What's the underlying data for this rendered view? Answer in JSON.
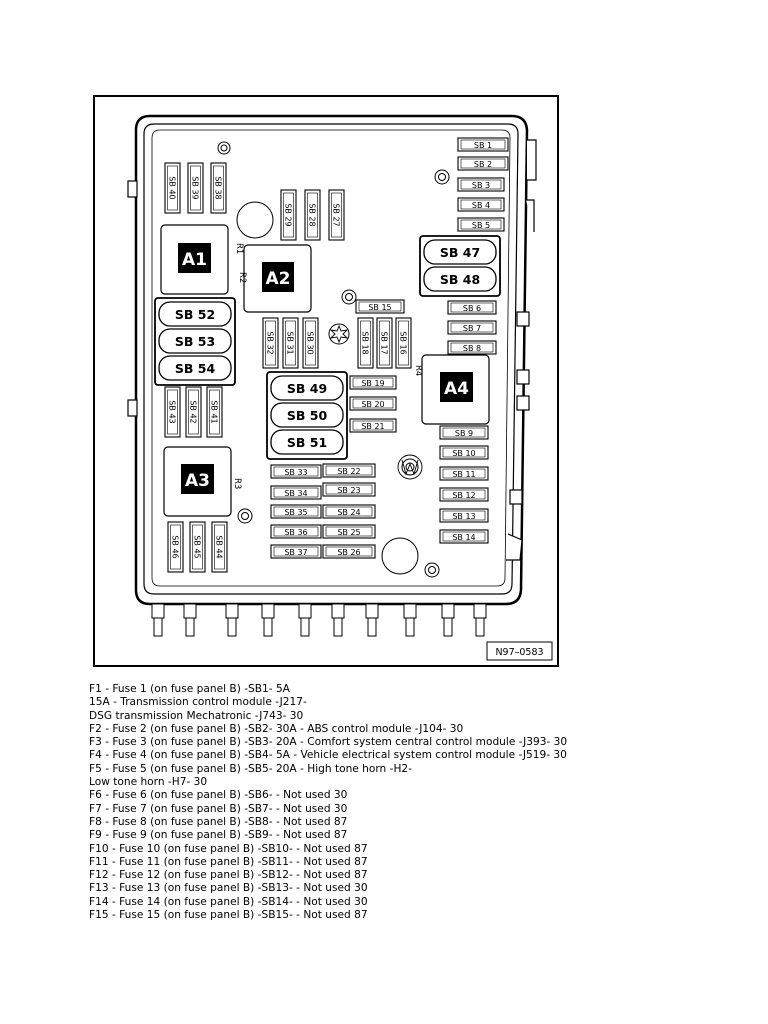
{
  "figure_id": "N97–0583",
  "relays": [
    "A1",
    "A2",
    "A3",
    "A4"
  ],
  "resistors": [
    "R1",
    "R2",
    "R3",
    "R4"
  ],
  "fuse_labels": {
    "sb1": "SB 1",
    "sb2": "SB 2",
    "sb3": "SB 3",
    "sb4": "SB 4",
    "sb5": "SB 5",
    "sb6": "SB 6",
    "sb7": "SB 7",
    "sb8": "SB 8",
    "sb9": "SB 9",
    "sb10": "SB 10",
    "sb11": "SB 11",
    "sb12": "SB 12",
    "sb13": "SB 13",
    "sb14": "SB 14",
    "sb15": "SB 15",
    "sb16": "SB 16",
    "sb17": "SB 17",
    "sb18": "SB 18",
    "sb19": "SB 19",
    "sb20": "SB 20",
    "sb21": "SB 21",
    "sb22": "SB 22",
    "sb23": "SB 23",
    "sb24": "SB 24",
    "sb25": "SB 25",
    "sb26": "SB 26",
    "sb27": "SB 27",
    "sb28": "SB 28",
    "sb29": "SB 29",
    "sb30": "SB 30",
    "sb31": "SB 31",
    "sb32": "SB 32",
    "sb33": "SB 33",
    "sb34": "SB 34",
    "sb35": "SB 35",
    "sb36": "SB 36",
    "sb37": "SB 37",
    "sb38": "SB 38",
    "sb39": "SB 39",
    "sb40": "SB 40",
    "sb41": "SB 41",
    "sb42": "SB 42",
    "sb43": "SB 43",
    "sb44": "SB 44",
    "sb45": "SB 45",
    "sb46": "SB 46",
    "sb47": "SB 47",
    "sb48": "SB 48",
    "sb49": "SB 49",
    "sb50": "SB 50",
    "sb51": "SB 51",
    "sb52": "SB 52",
    "sb53": "SB 53",
    "sb54": "SB 54"
  },
  "legend": [
    "F1 - Fuse 1 (on fuse panel B) -SB1- 5A",
    "15A - Transmission control module -J217-",
    "DSG transmission Mechatronic -J743- 30",
    "F2 - Fuse 2 (on fuse panel B) -SB2- 30A - ABS control module -J104- 30",
    "F3 - Fuse 3 (on fuse panel B) -SB3- 20A - Comfort system central control module -J393- 30",
    "F4 - Fuse 4 (on fuse panel B) -SB4- 5A - Vehicle electrical system control module -J519- 30",
    "F5 - Fuse 5 (on fuse panel B) -SB5- 20A - High tone horn -H2-",
    "Low tone horn -H7- 30",
    "F6 - Fuse 6 (on fuse panel B) -SB6- - Not used 30",
    "F7 - Fuse 7 (on fuse panel B) -SB7- - Not used 30",
    "F8 - Fuse 8 (on fuse panel B) -SB8- - Not used 87",
    "F9 - Fuse 9 (on fuse panel B) -SB9- - Not used 87",
    "F10 - Fuse 10 (on fuse panel B) -SB10- - Not used 87",
    "F11 - Fuse 11 (on fuse panel B) -SB11- - Not used 87",
    "F12 - Fuse 12 (on fuse panel B) -SB12- - Not used 87",
    "F13 - Fuse 13 (on fuse panel B) -SB13- - Not used 30",
    "F14 - Fuse 14 (on fuse panel B) -SB14- - Not used 30",
    "F15 - Fuse 15 (on fuse panel B) -SB15- - Not used 87"
  ]
}
